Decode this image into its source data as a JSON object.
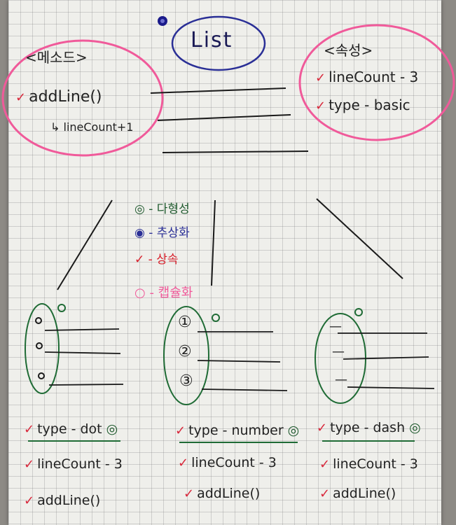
{
  "title": "List",
  "methods": {
    "header": "<메소드>",
    "items": [
      "addLine()"
    ],
    "note": "lineCount+1"
  },
  "properties": {
    "header": "<속성>",
    "items": [
      "lineCount - 3",
      "type - basic"
    ]
  },
  "legend": [
    {
      "symbol": "◎",
      "text": "- 다형성",
      "color": "#1f6b35"
    },
    {
      "symbol": "◉",
      "text": "- 추상화",
      "color": "#2a2f96"
    },
    {
      "symbol": "✓",
      "text": "- 상속",
      "color": "#d81e2a"
    },
    {
      "symbol": "○",
      "text": "- 캡슐화",
      "color": "#f05a9a"
    }
  ],
  "variants": [
    {
      "markers": [
        "•",
        "•",
        "•"
      ],
      "props": [
        "type - dot",
        "lineCount - 3",
        "addLine()"
      ]
    },
    {
      "markers": [
        "①",
        "②",
        "③"
      ],
      "props": [
        "type - number",
        "lineCount - 3",
        "addLine()"
      ]
    },
    {
      "markers": [
        "—",
        "—",
        "—"
      ],
      "props": [
        "type - dash",
        "lineCount - 3",
        "addLine()"
      ]
    }
  ],
  "colors": {
    "pink": "#f05a9a",
    "navy": "#1a1a8a",
    "green": "#1f6b35",
    "red": "#d81e2a"
  }
}
